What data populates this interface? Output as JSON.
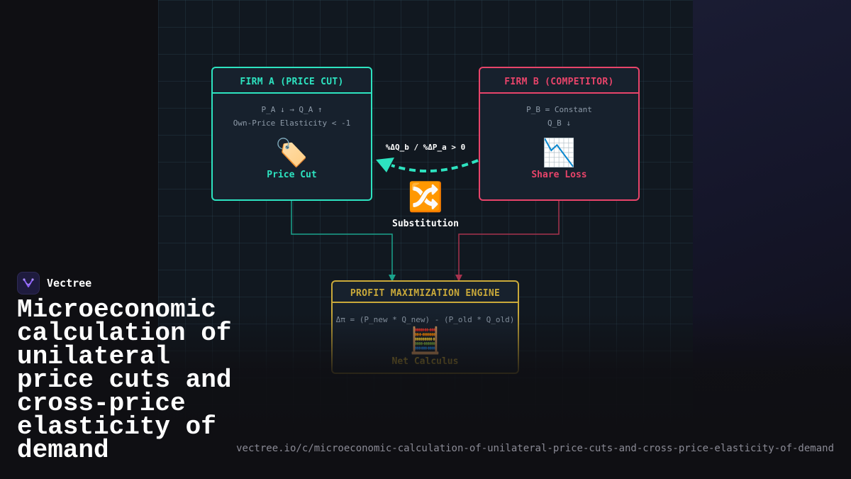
{
  "diagram": {
    "firm_a": {
      "title": "FIRM A (PRICE CUT)",
      "line1": "P_A ↓ → Q_A ↑",
      "line2": "Own-Price Elasticity < -1",
      "icon": "🏷️",
      "icon_name": "price-tag-icon",
      "caption": "Price Cut",
      "color": "#2de3c0"
    },
    "firm_b": {
      "title": "FIRM B (COMPETITOR)",
      "line1": "P_B = Constant",
      "line2": "Q_B ↓",
      "icon": "📉",
      "icon_name": "chart-decreasing-icon",
      "caption": "Share Loss",
      "color": "#e8446a"
    },
    "cross_elasticity": "%ΔQ_b / %ΔP_a > 0",
    "substitution": {
      "icon": "🔀",
      "icon_name": "shuffle-icon",
      "label": "Substitution"
    },
    "engine": {
      "title": "PROFIT MAXIMIZATION ENGINE",
      "formula": "Δπ = (P_new * Q_new) - (P_old * Q_old)",
      "icon": "🧮",
      "icon_name": "abacus-icon",
      "caption": "Net Calculus",
      "color": "#c9a93a"
    }
  },
  "brand": {
    "name": "Vectree",
    "accent": "#8b5cf6"
  },
  "title": "Microeconomic calculation of unilateral price cuts and cross-price elasticity of demand",
  "url": "vectree.io/c/microeconomic-calculation-of-unilateral-price-cuts-and-cross-price-elasticity-of-demand"
}
